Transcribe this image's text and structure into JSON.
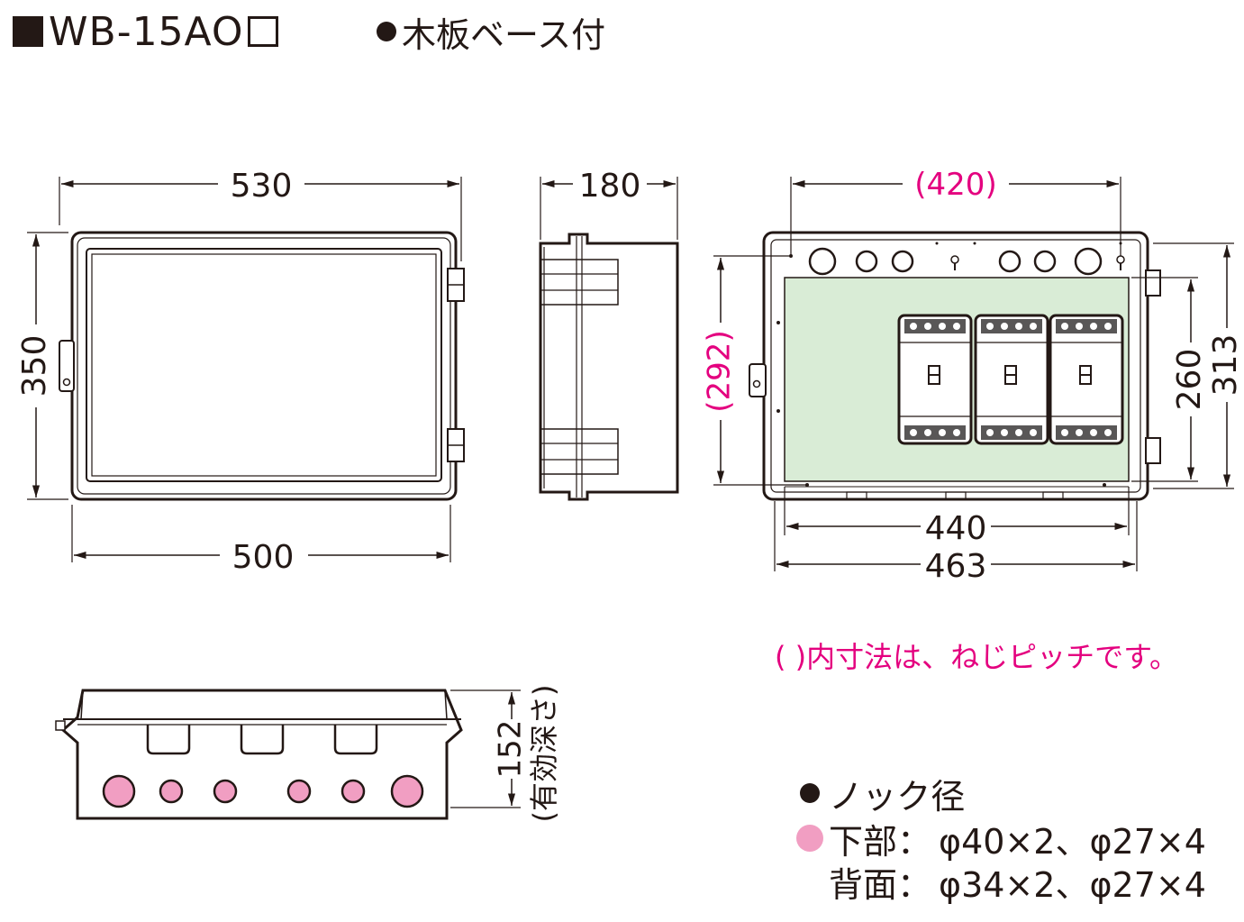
{
  "header": {
    "model": "WB-15AO",
    "subtitle": "木板ベース付"
  },
  "dimensions": {
    "front_width_outer": "530",
    "front_width_inner": "500",
    "front_height": "350",
    "side_depth": "180",
    "base_pitch_width": "(420)",
    "base_pitch_height": "(292)",
    "base_board_width": "440",
    "base_body_width": "463",
    "base_board_height": "260",
    "base_body_height": "313",
    "bottom_depth": "152",
    "bottom_depth_note": "(有効深さ)"
  },
  "note": "( )内寸法は、ねじピッチです。",
  "knockouts": {
    "title": "ノック径",
    "bottom_label": "下部：",
    "bottom_value": "φ40×2、φ27×4",
    "back_label": "背面：",
    "back_value": "φ34×2、φ27×4"
  },
  "colors": {
    "line": "#231815",
    "accent": "#e4007f",
    "knockout_fill": "#f19ec2",
    "board_fill": "#d9ecd6",
    "case_fill": "#f2f2f2"
  }
}
